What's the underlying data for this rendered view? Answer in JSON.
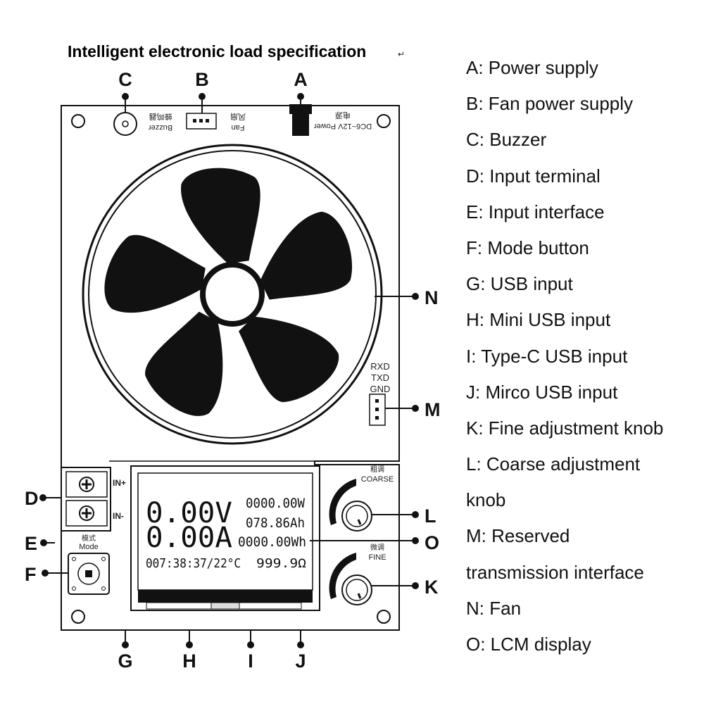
{
  "title": "Intelligent electronic load specification",
  "title_mark": "↵",
  "callouts": {
    "A": "A",
    "B": "B",
    "C": "C",
    "D": "D",
    "E": "E",
    "F": "F",
    "G": "G",
    "H": "H",
    "I": "I",
    "J": "J",
    "K": "K",
    "L": "L",
    "M": "M",
    "N": "N",
    "O": "O"
  },
  "board_labels": {
    "power_en": "DC6~12V Power",
    "power_cn": "电源",
    "fan_en": "Fan",
    "fan_cn": "风扇",
    "buzzer_en": "Buzzer",
    "buzzer_cn": "蜂鸣器",
    "in_plus": "IN+",
    "in_minus": "IN-",
    "mode_cn": "模式",
    "mode_en": "Mode",
    "coarse_cn": "粗调",
    "coarse_en": "COARSE",
    "fine_cn": "微调",
    "fine_en": "FINE",
    "rxd": "RXD",
    "txd": "TXD",
    "gnd": "GND"
  },
  "lcd": {
    "voltage": "0.00V",
    "current": "0.00A",
    "power": "0000.00W",
    "capacity": "078.86Ah",
    "energy": "0000.00Wh",
    "time_temp": "007:38:37/22°C",
    "resistance": "999.9Ω"
  },
  "legend": [
    "A: Power supply",
    "B: Fan power supply",
    "C: Buzzer",
    "D: Input terminal",
    "E: Input interface",
    "F: Mode button",
    "G: USB input",
    "H: Mini USB input",
    "I: Type-C USB input",
    "J: Mirco USB input",
    "K:  Fine adjustment knob",
    "L:  Coarse adjustment",
    "knob",
    "M: Reserved",
    "transmission interface",
    "N:  Fan",
    "O: LCM display"
  ],
  "icons": [
    "fan-blade-icon",
    "screw-terminal-icon",
    "push-button-icon",
    "knob-icon",
    "buzzer-icon",
    "header-connector-icon"
  ]
}
